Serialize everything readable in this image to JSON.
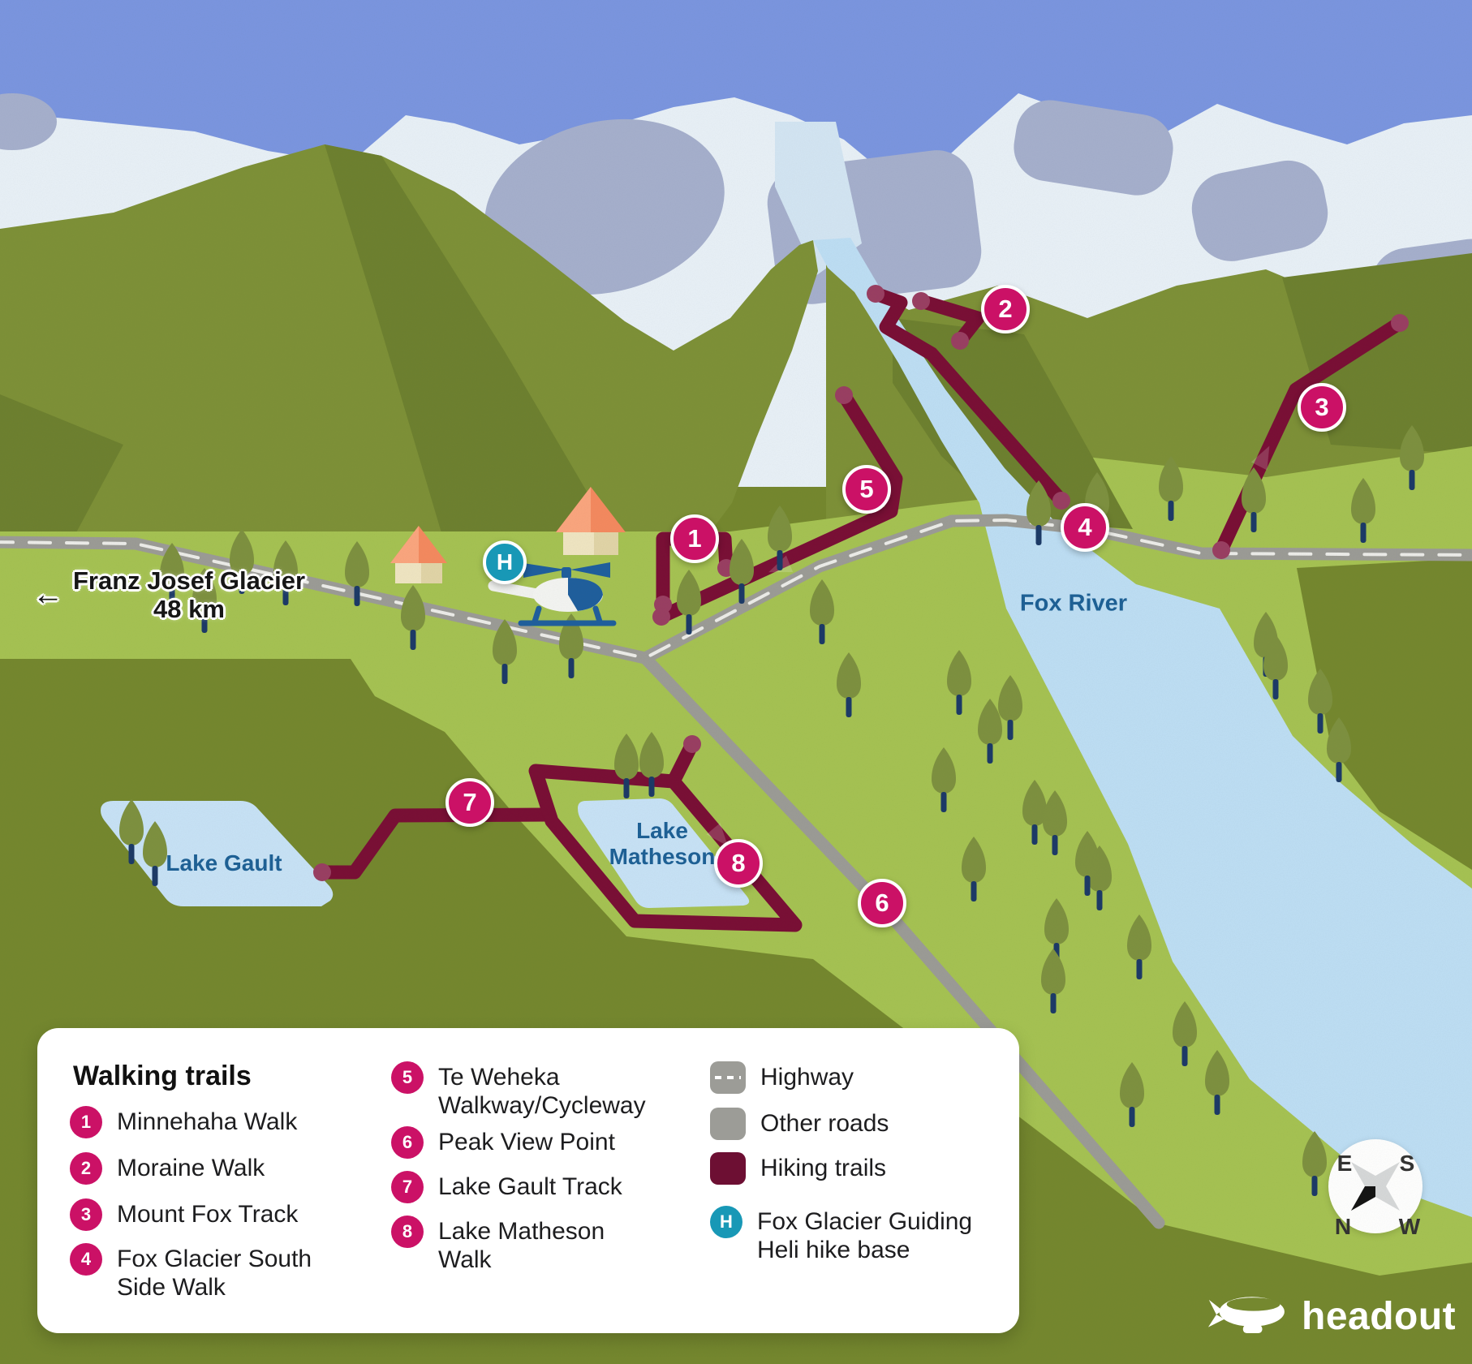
{
  "map": {
    "sign": {
      "arrow": "←",
      "line1": "Franz Josef Glacier",
      "line2": "48 km"
    },
    "labels": {
      "fox_river": "Fox River",
      "lake_gault": "Lake Gault",
      "lake_matheson_line1": "Lake",
      "lake_matheson_line2": "Matheson"
    },
    "markers": [
      {
        "label": "1"
      },
      {
        "label": "2"
      },
      {
        "label": "3"
      },
      {
        "label": "4"
      },
      {
        "label": "5"
      },
      {
        "label": "6"
      },
      {
        "label": "7"
      },
      {
        "label": "8"
      }
    ],
    "heli": {
      "label": "H"
    }
  },
  "legend": {
    "title": "Walking trails",
    "items": [
      {
        "num": "1",
        "label": "Minnehaha Walk"
      },
      {
        "num": "2",
        "label": "Moraine Walk"
      },
      {
        "num": "3",
        "label": "Mount Fox Track"
      },
      {
        "num": "4",
        "label": "Fox Glacier South Side Walk"
      },
      {
        "num": "5",
        "label": "Te Weheka Walkway/Cycleway"
      },
      {
        "num": "6",
        "label": "Peak View Point"
      },
      {
        "num": "7",
        "label": "Lake Gault Track"
      },
      {
        "num": "8",
        "label": "Lake Matheson Walk"
      }
    ],
    "symbols": [
      {
        "label": "Highway"
      },
      {
        "label": "Other roads"
      },
      {
        "label": "Hiking trails"
      },
      {
        "badge": "H",
        "label": "Fox Glacier Guiding Heli hike base"
      }
    ]
  },
  "compass": {
    "n": "N",
    "e": "E",
    "s": "S",
    "w": "W"
  },
  "brand": {
    "name": "headout"
  },
  "colors": {
    "trail": "#7a0f36",
    "marker_pink": "#cb1166",
    "heli_teal": "#1898b6",
    "river_blue": "#bedff5",
    "road_gray": "#9c9c97",
    "label_blue": "#1e6094",
    "sky": "#7b96e1",
    "valley_green": "#a6c353"
  }
}
